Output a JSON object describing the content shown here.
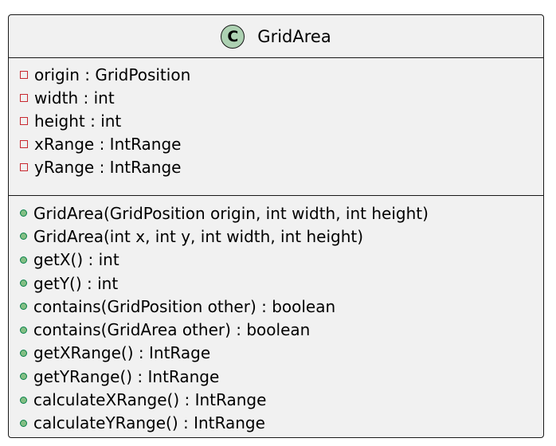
{
  "uml_class": {
    "stereotype_letter": "C",
    "name": "GridArea",
    "fields": [
      "origin : GridPosition",
      "width : int",
      "height : int",
      "xRange : IntRange",
      "yRange : IntRange"
    ],
    "methods": [
      "GridArea(GridPosition origin, int width, int height)",
      "GridArea(int x, int y, int width, int height)",
      "getX() : int",
      "getY() : int",
      "contains(GridPosition other) : boolean",
      "contains(GridArea other) : boolean",
      "getXRange() : IntRage",
      "getYRange() : IntRange",
      "calculateXRange() : IntRange",
      "calculateYRange() : IntRange"
    ]
  },
  "colors": {
    "box_fill": "#f1f1f1",
    "border": "#181818",
    "class_circle": "#add1b2",
    "private_marker": "#c82930",
    "public_marker": "#84be84"
  }
}
